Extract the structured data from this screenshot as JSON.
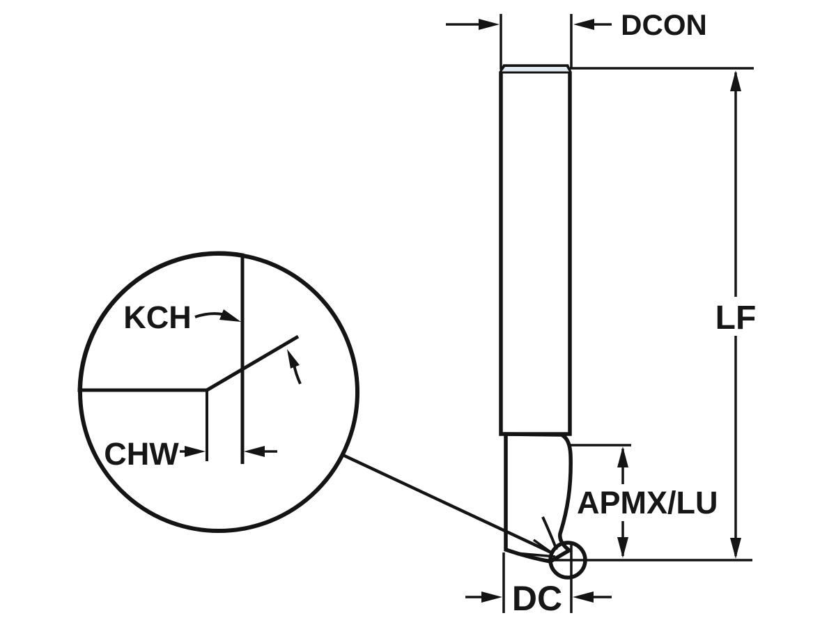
{
  "figure": {
    "type": "technical-dimension-diagram",
    "subject": "Ball nose / chamfered corner end mill with dimension callouts and magnified corner detail",
    "labels": {
      "dcon": "DCON",
      "lf": "LF",
      "apmx_lu": "APMX/LU",
      "dc": "DC",
      "kch": "KCH",
      "chw": "CHW"
    },
    "colors": {
      "shank_fill": "#cfdfe9",
      "shank_cap_fill": "#e3ebf2",
      "flute_fill": "#a6c3d7",
      "detail_region_fill": "#b7d1e0",
      "line": "#141414",
      "background": "#ffffff"
    }
  }
}
